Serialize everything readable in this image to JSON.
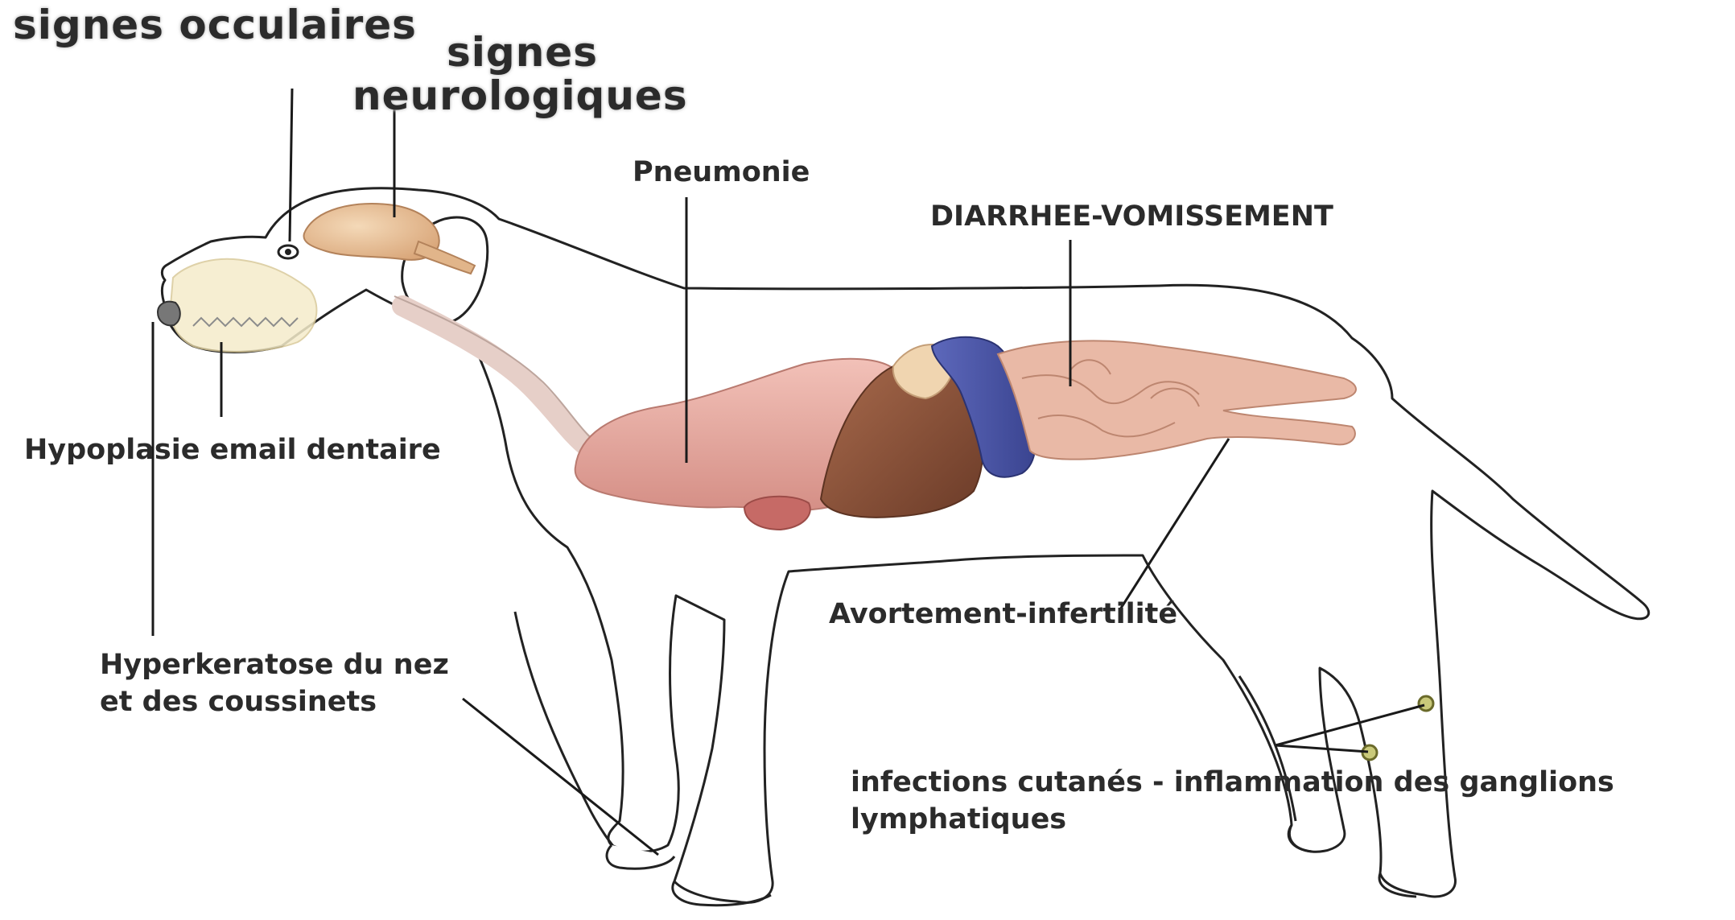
{
  "labels": {
    "ocular": "signes occulaires",
    "neuro_1": "signes",
    "neuro_2": "neurologiques",
    "pneumonia": "Pneumonie",
    "diarrhea": "DIARRHEE-VOMISSEMENT",
    "enamel": "Hypoplasie email dentaire",
    "abortion": "Avortement-infertilité",
    "hyperkeratosis_1": "Hyperkeratose du nez",
    "hyperkeratosis_2": "et des coussinets",
    "skin_1": "infections cutanés - inflammation des ganglions",
    "skin_2": "lymphatiques"
  },
  "colors": {
    "outline": "#222222",
    "leader": "#1a1a1a",
    "lung": "#e8aca2",
    "liver": "#8a5238",
    "stomach": "#4a55a8",
    "intestine": "#e9b9a6",
    "brain": "#ecc7a0",
    "skull": "#f5eccb",
    "trachea": "#eeddd8",
    "lymph_node": "#c9c97a"
  }
}
